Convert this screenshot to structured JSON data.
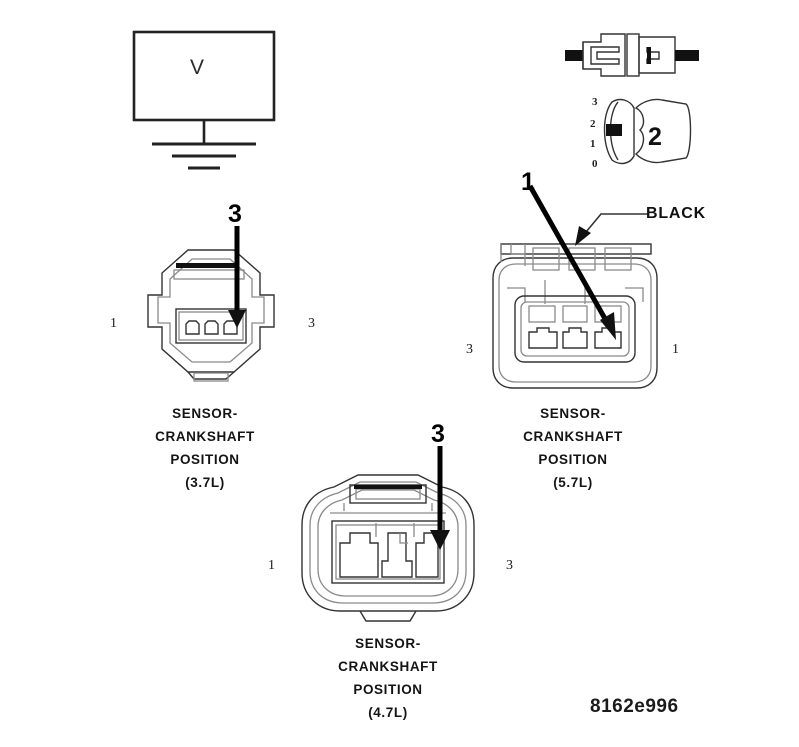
{
  "figure": {
    "id_label": "8162e996",
    "title_implicit": "Crankshaft Position Sensor Connector Pinouts"
  },
  "meter": {
    "name": "voltmeter",
    "glyph": "V",
    "ground_symbol": "earth-ground"
  },
  "inset": {
    "connector_pair_icon": "mated-connector-pair",
    "scale_numbers": [
      "3",
      "2",
      "1",
      "0"
    ],
    "body_label": "2",
    "marker": "pin-2-marker"
  },
  "connectors": [
    {
      "key": "c37",
      "caption_lines": [
        "SENSOR-",
        "CRANKSHAFT",
        "POSITION",
        "(3.7L)"
      ],
      "engine": "3.7L",
      "left_pin": "1",
      "right_pin": "3",
      "callout": "3",
      "cavity_count": 3,
      "arrow_target_cavity": 3,
      "shape": "octagonal"
    },
    {
      "key": "c57",
      "caption_lines": [
        "SENSOR-",
        "CRANKSHAFT",
        "POSITION",
        "(5.7L)"
      ],
      "engine": "5.7L",
      "left_pin": "3",
      "right_pin": "1",
      "callout": "1",
      "cavity_count": 3,
      "arrow_target_cavity": 3,
      "shape": "rounded-rect",
      "wire_label": "BLACK"
    },
    {
      "key": "c47",
      "caption_lines": [
        "SENSOR-",
        "CRANKSHAFT",
        "POSITION",
        "(4.7L)"
      ],
      "engine": "4.7L",
      "left_pin": "1",
      "right_pin": "3",
      "callout": "3",
      "cavity_count": 3,
      "arrow_target_cavity": 3,
      "shape": "rounded-body"
    }
  ],
  "colors": {
    "ink": "#1a1a1a",
    "mid": "#333333",
    "light": "#8a8a8a",
    "background": "#ffffff"
  }
}
